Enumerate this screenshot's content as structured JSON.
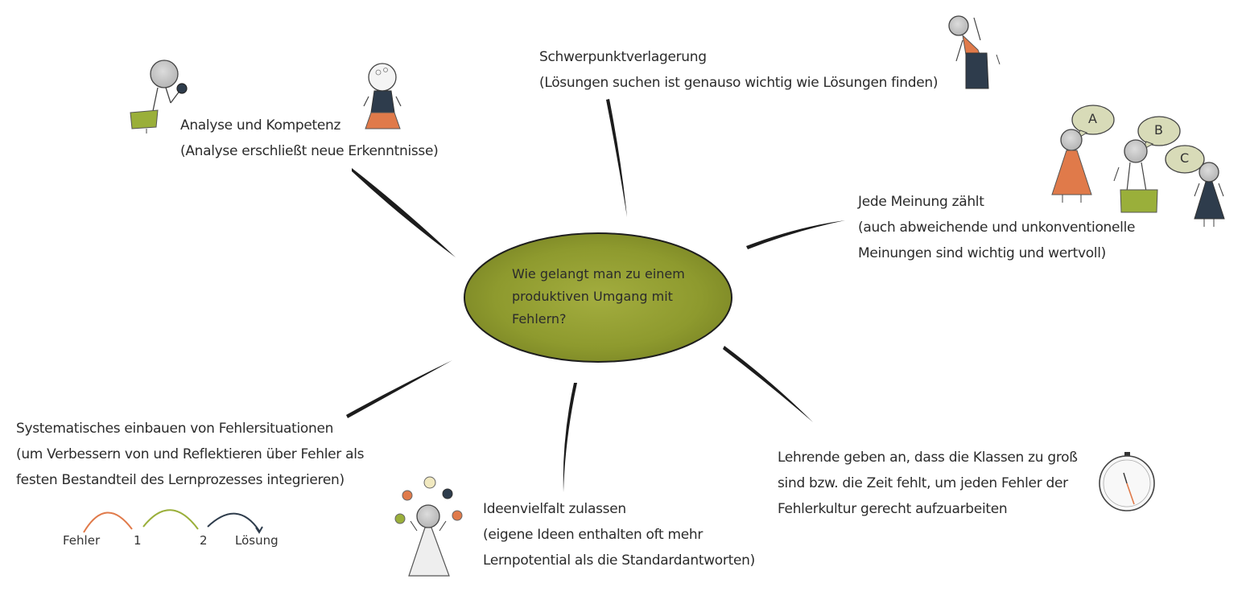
{
  "center": {
    "lines": [
      "Wie gelangt man zu einem",
      "produktiven Umgang mit",
      "Fehlern?"
    ],
    "color": "#8e9a2e"
  },
  "branches": [
    {
      "id": "analyse",
      "lines": [
        "Analyse und Kompetenz",
        "(Analyse erschließt neue Erkenntnisse)"
      ]
    },
    {
      "id": "schwerpunkt",
      "lines": [
        "Schwerpunktverlagerung",
        "(Lösungen suchen ist genauso wichtig wie Lösungen finden)"
      ]
    },
    {
      "id": "meinung",
      "lines": [
        "Jede Meinung zählt",
        "(auch abweichende und unkonventionelle",
        "Meinungen sind wichtig und wertvoll)"
      ]
    },
    {
      "id": "systematisch",
      "lines": [
        "Systematisches einbauen von Fehlersituationen",
        "(um Verbessern von und Reflektieren über Fehler als",
        "festen Bestandteil des Lernprozesses integrieren)"
      ]
    },
    {
      "id": "ideen",
      "lines": [
        "Ideenvielfalt zulassen",
        "(eigene Ideen enthalten oft mehr",
        "Lernpotential als die Standardantworten)"
      ]
    },
    {
      "id": "lehrende",
      "lines": [
        "Lehrende geben an, dass die Klassen zu groß",
        "sind bzw. die Zeit fehlt, um jeden Fehler der",
        "Fehlerkultur gerecht aufzuarbeiten"
      ]
    }
  ],
  "sequence": {
    "labels": [
      "Fehler",
      "1",
      "2",
      "Lösung"
    ]
  },
  "bubbles": [
    "A",
    "B",
    "C"
  ],
  "colors": {
    "orange": "#e07a4a",
    "olive": "#9aaf3a",
    "navy": "#2e3c4c",
    "grey": "#c9c9c9",
    "line": "#1c1c1c"
  }
}
